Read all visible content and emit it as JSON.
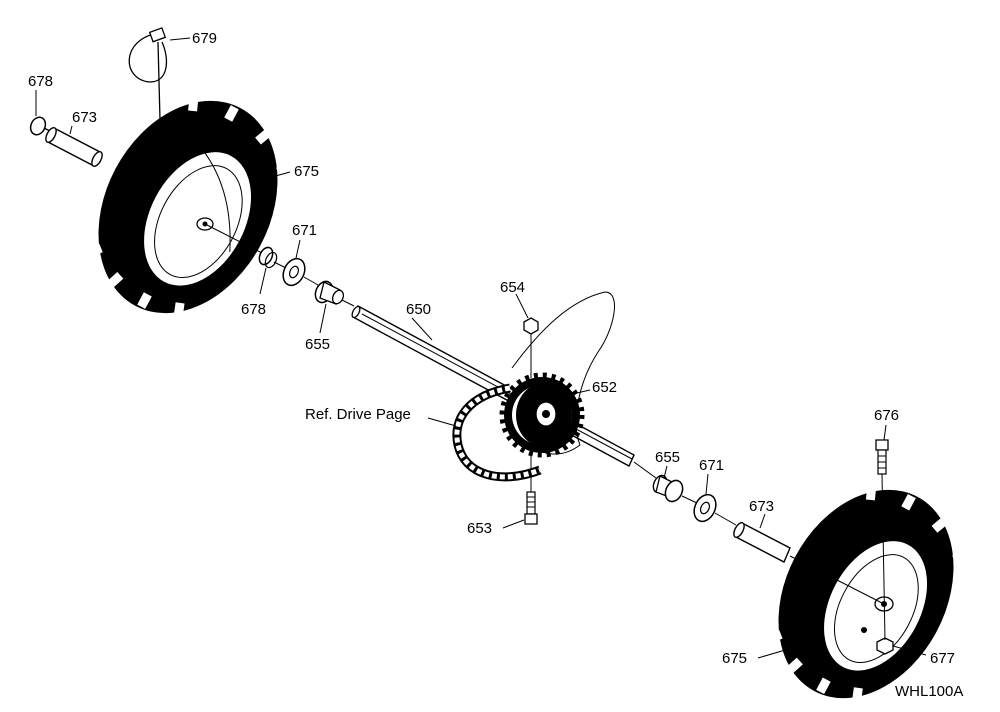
{
  "diagram": {
    "drawing_code": "WHL100A",
    "reference_note": "Ref. Drive Page",
    "parts": {
      "p650": "650",
      "p652": "652",
      "p653": "653",
      "p654": "654",
      "p655a": "655",
      "p655b": "655",
      "p671a": "671",
      "p671b": "671",
      "p673a": "673",
      "p673b": "673",
      "p675a": "675",
      "p675b": "675",
      "p676": "676",
      "p677": "677",
      "p678a": "678",
      "p678b": "678",
      "p679": "679"
    }
  }
}
